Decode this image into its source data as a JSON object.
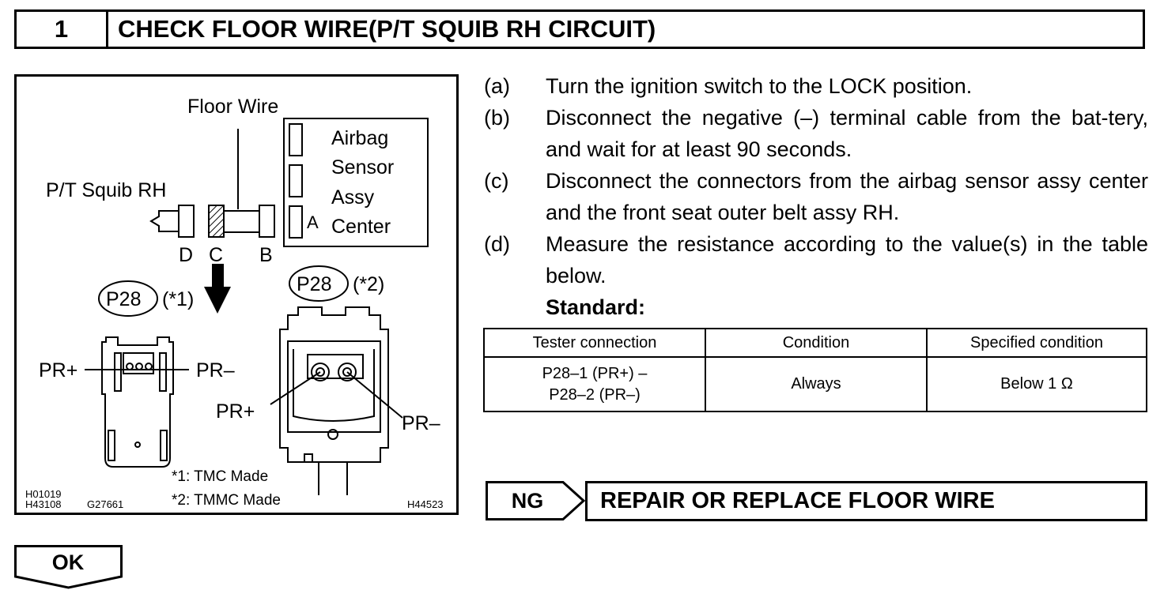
{
  "header": {
    "number": "1",
    "title": "CHECK FLOOR WIRE(P/T SQUIB RH CIRCUIT)"
  },
  "figure": {
    "floor_wire": "Floor Wire",
    "airbag_lines": [
      "Airbag",
      "Sensor",
      "Assy",
      "Center"
    ],
    "pt_squib": "P/T Squib RH",
    "conn_a": "A",
    "conn_b": "B",
    "conn_c": "C",
    "conn_d": "D",
    "conn_left_id": "P28",
    "conn_left_note": "(*1)",
    "conn_right_id": "P28",
    "conn_right_note": "(*2)",
    "pr_plus": "PR+",
    "pr_minus": "PR–",
    "note1": "*1: TMC Made",
    "note2": "*2: TMMC Made",
    "code1": "H01019",
    "code2": "H43108",
    "code3": "G27661",
    "code4": "H44523"
  },
  "steps": [
    {
      "letter": "(a)",
      "text": "Turn the ignition switch to the LOCK position."
    },
    {
      "letter": "(b)",
      "text": "Disconnect the negative (–) terminal cable from the bat-tery, and wait for at least 90 seconds."
    },
    {
      "letter": "(c)",
      "text": "Disconnect the connectors from the airbag sensor assy center and the front seat outer belt assy RH."
    },
    {
      "letter": "(d)",
      "text": "Measure the resistance according to the value(s) in the table below."
    }
  ],
  "standard_label": "Standard:",
  "table": {
    "headers": [
      "Tester connection",
      "Condition",
      "Specified condition"
    ],
    "row": {
      "connection_line1": "P28–1 (PR+) –",
      "connection_line2": "P28–2 (PR–)",
      "condition": "Always",
      "specified": "Below 1 Ω"
    }
  },
  "ng_label": "NG",
  "repair_text": "REPAIR OR REPLACE FLOOR WIRE",
  "ok_label": "OK"
}
